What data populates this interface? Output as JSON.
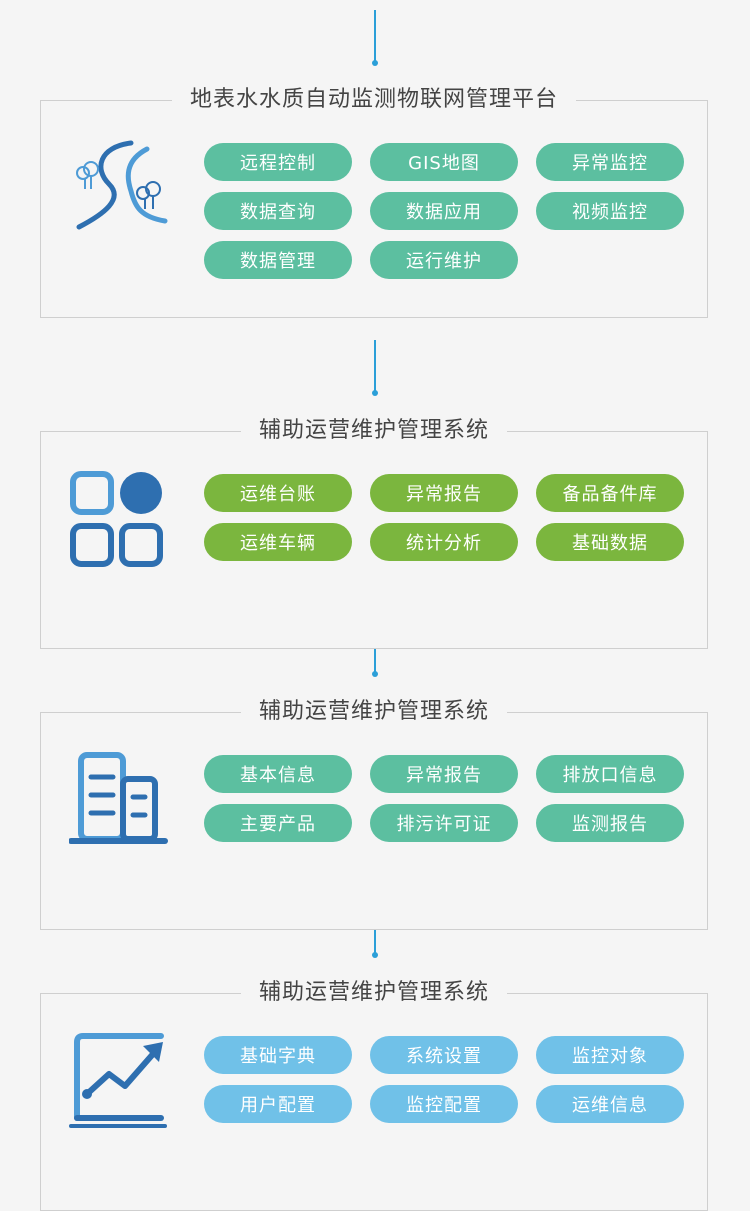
{
  "sections": [
    {
      "title": "地表水水质自动监测物联网管理平台",
      "icon": "river-trees-icon",
      "pill_color": "#5cbfa0",
      "items": [
        "远程控制",
        "GIS地图",
        "异常监控",
        "数据查询",
        "数据应用",
        "视频监控",
        "数据管理",
        "运行维护"
      ]
    },
    {
      "title": "辅助运营维护管理系统",
      "icon": "app-grid-icon",
      "pill_color": "#7bb63e",
      "items": [
        "运维台账",
        "异常报告",
        "备品备件库",
        "运维车辆",
        "统计分析",
        "基础数据"
      ]
    },
    {
      "title": "辅助运营维护管理系统",
      "icon": "buildings-icon",
      "pill_color": "#5cbfa0",
      "items": [
        "基本信息",
        "异常报告",
        "排放口信息",
        "主要产品",
        "排污许可证",
        "监测报告"
      ]
    },
    {
      "title": "辅助运营维护管理系统",
      "icon": "trend-chart-icon",
      "pill_color": "#70c1e8",
      "items": [
        "基础字典",
        "系统设置",
        "监控对象",
        "用户配置",
        "监控配置",
        "运维信息"
      ]
    }
  ],
  "colors": {
    "connector": "#2b9fd8",
    "icon_blue": "#2e6fb0"
  }
}
